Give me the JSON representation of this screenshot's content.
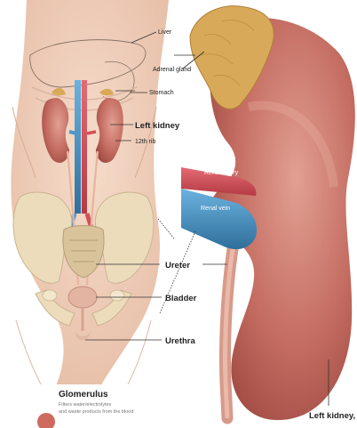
{
  "labels": {
    "liver": "Liver",
    "adrenal_gland": "Adrenal gland",
    "stomach": "Stomach",
    "left_kidney": "Left kidney",
    "rib": "12th rib",
    "renal_artery": "Renal artery",
    "renal_vein": "Renal vein",
    "ureter": "Ureter",
    "bladder": "Bladder",
    "urethra": "Urethra",
    "left_kidney_caption": "Left kidney,"
  },
  "inset": {
    "title": "Glomerulus",
    "line1": "Filters water/electrolytes",
    "line2": "and waste products from the blood"
  },
  "colors": {
    "skin": "#f0d2bf",
    "kidney": "#c96a60",
    "kidney_light": "#dd9285",
    "adrenal": "#d9a95a",
    "artery": "#d2505a",
    "vein": "#4e96c8",
    "bone": "#ecdcbb",
    "bladder": "#e4b4a2"
  }
}
